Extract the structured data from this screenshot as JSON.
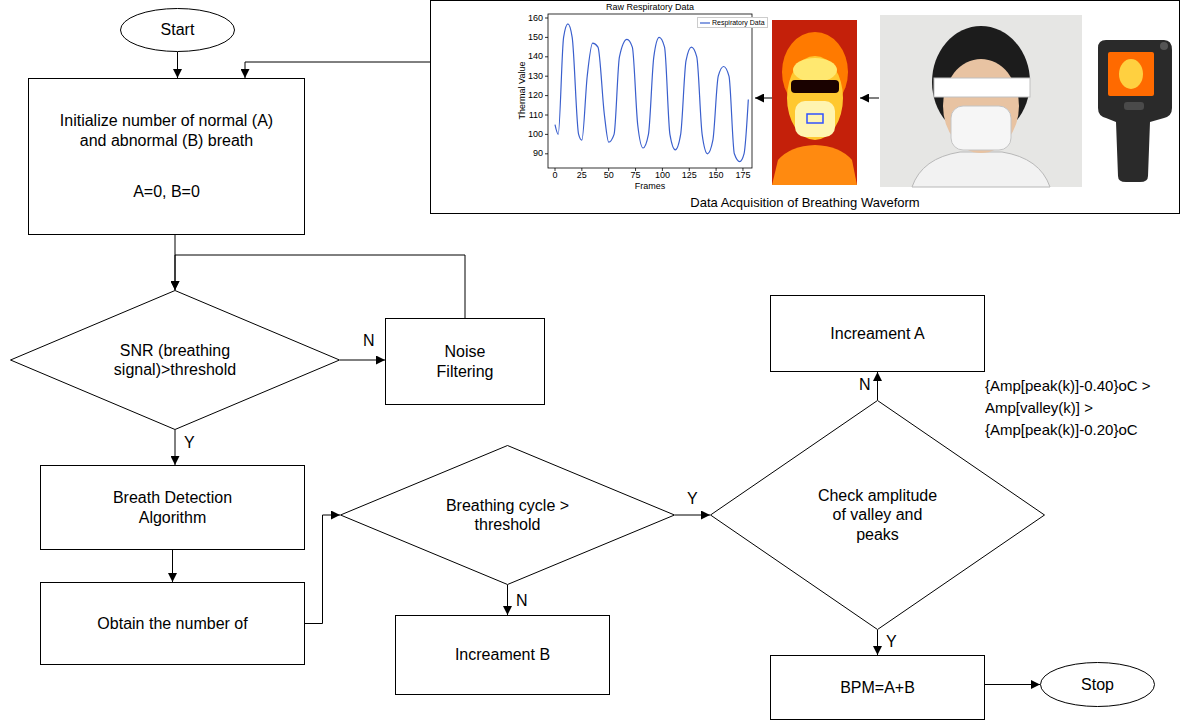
{
  "diagram": {
    "nodes": [
      {
        "text": [
          "Start"
        ]
      },
      {
        "text": [
          "Data Acquisition of Breathing Waveform"
        ]
      },
      {
        "text": [
          "Initialize number of normal (A) and abnormal (B) breath",
          "A=0, B=0"
        ]
      },
      {
        "text": [
          "SNR (breathing signal)>threshold"
        ]
      },
      {
        "text": [
          "Noise Filtering"
        ]
      },
      {
        "text": [
          "Breath Detection Algorithm"
        ]
      },
      {
        "text": [
          "Obtain the number of"
        ]
      },
      {
        "text": [
          "Breathing cycle > threshold"
        ]
      },
      {
        "text": [
          "Increament B"
        ]
      },
      {
        "text": [
          "Check amplitude of valley and peaks"
        ]
      },
      {
        "text": [
          "Increament A"
        ]
      },
      {
        "text": [
          "BPM=A+B"
        ]
      },
      {
        "text": [
          "Stop"
        ]
      }
    ],
    "edges": [
      {
        "from": 0,
        "to": 2,
        "arrow": "to"
      },
      {
        "from": 1,
        "to": 2,
        "arrow": "to"
      },
      {
        "from": 2,
        "to": 3,
        "arrow": "to"
      },
      {
        "from": 3,
        "to": 4,
        "label": "N",
        "arrow": "to"
      },
      {
        "from": 4,
        "to": 3,
        "arrow": "to"
      },
      {
        "from": 3,
        "to": 5,
        "label": "Y",
        "arrow": "to"
      },
      {
        "from": 5,
        "to": 6,
        "arrow": "to"
      },
      {
        "from": 6,
        "to": 7,
        "arrow": "to"
      },
      {
        "from": 7,
        "to": 8,
        "label": "N",
        "arrow": "to"
      },
      {
        "from": 7,
        "to": 9,
        "label": "Y",
        "arrow": "to"
      },
      {
        "from": 9,
        "to": 10,
        "label": "N",
        "arrow": "to"
      },
      {
        "from": 9,
        "to": 11,
        "label": "Y",
        "arrow": "to"
      },
      {
        "from": 11,
        "to": 12,
        "arrow": "to"
      }
    ],
    "labels": [
      "Raw Respiratory Data",
      "Thermal Value",
      "160",
      "150",
      "140",
      "130",
      "120",
      "110",
      "100",
      "90",
      "Frames",
      "0",
      "25",
      "50",
      "75",
      "100",
      "125",
      "150",
      "175",
      "{Amp[peak(k)]-0.40}oC > Amp[valley(k)] > {Amp[peak(k)]-0.20}oC"
    ],
    "legend": [
      {
        "text": "Respiratory Data"
      }
    ]
  }
}
